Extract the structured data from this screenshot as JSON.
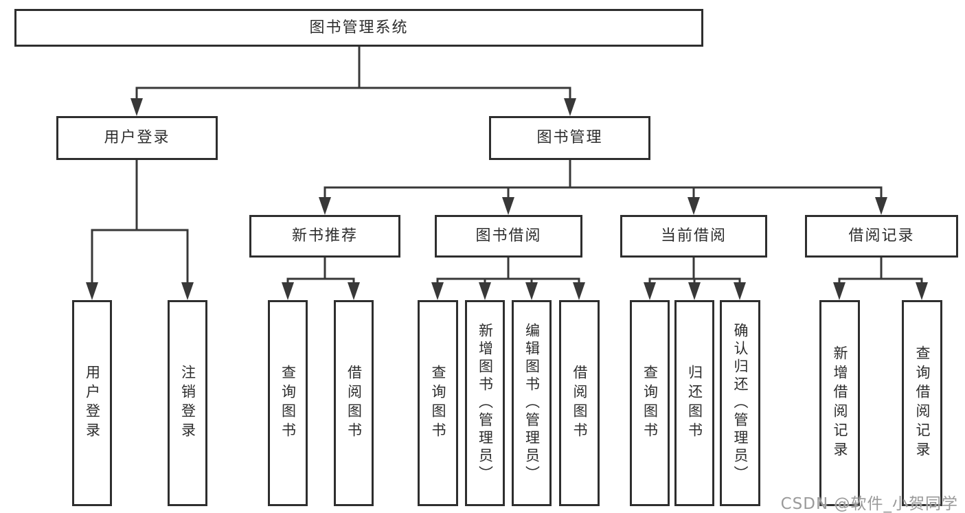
{
  "colors": {
    "bg": "#ffffff",
    "line": "#383838",
    "border": "#2e2e2e",
    "text": "#2d2d2d",
    "watermark": "#9a9a9a"
  },
  "tree": {
    "root": {
      "label": "图书管理系统"
    },
    "branches": [
      {
        "label": "用户登录",
        "children": [
          {
            "label": "用户登录"
          },
          {
            "label": "注销登录"
          }
        ]
      },
      {
        "label": "图书管理",
        "children": [
          {
            "label": "新书推荐",
            "children": [
              {
                "label": "查询图书"
              },
              {
                "label": "借阅图书"
              }
            ]
          },
          {
            "label": "图书借阅",
            "children": [
              {
                "label": "查询图书"
              },
              {
                "label": "新增图书（管理员）"
              },
              {
                "label": "编辑图书（管理员）"
              },
              {
                "label": "借阅图书"
              }
            ]
          },
          {
            "label": "当前借阅",
            "children": [
              {
                "label": "查询图书"
              },
              {
                "label": "归还图书"
              },
              {
                "label": "确认归还（管理员）"
              }
            ]
          },
          {
            "label": "借阅记录",
            "children": [
              {
                "label": "新增借阅记录"
              },
              {
                "label": "查询借阅记录"
              }
            ]
          }
        ]
      }
    ]
  },
  "watermark": {
    "text": "CSDN @软件_小贺同学"
  }
}
